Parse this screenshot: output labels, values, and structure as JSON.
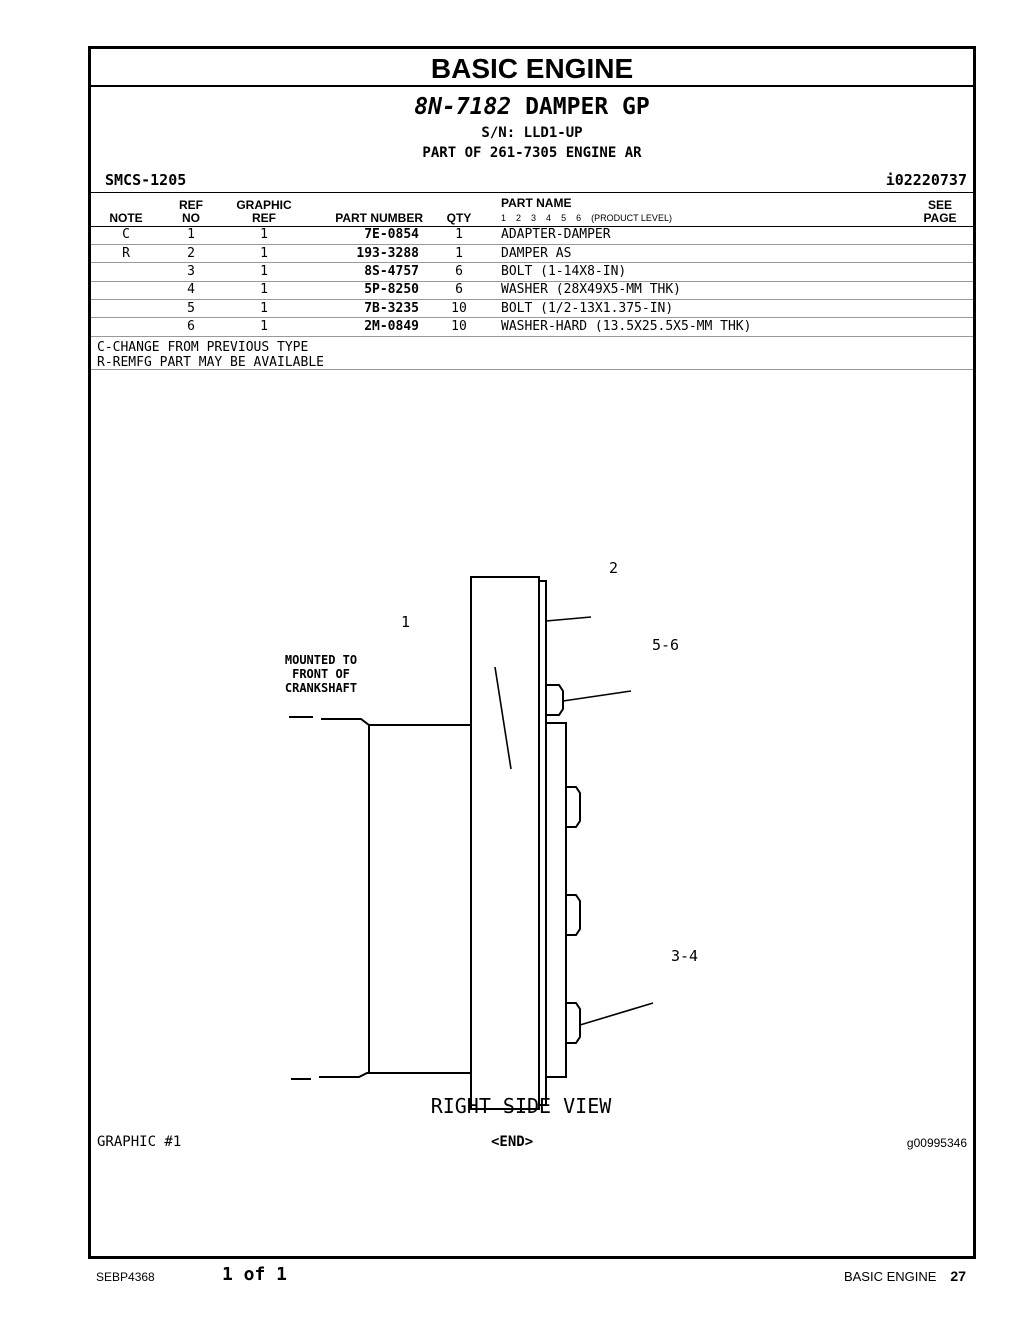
{
  "section_title": "BASIC ENGINE",
  "group": {
    "part_number": "8N-7182",
    "name": "DAMPER GP",
    "serial": "S/N: LLD1-UP",
    "part_of": "PART OF 261-7305 ENGINE AR"
  },
  "smcs": "SMCS-1205",
  "doc_id": "i02220737",
  "columns": {
    "note": "NOTE",
    "ref_no_1": "REF",
    "ref_no_2": "NO",
    "graphic_ref_1": "GRAPHIC",
    "graphic_ref_2": "REF",
    "part_number": "PART NUMBER",
    "qty": "QTY",
    "part_name": "PART NAME",
    "product_levels": [
      "1",
      "2",
      "3",
      "4",
      "5",
      "6"
    ],
    "product_level_label": "(PRODUCT LEVEL)",
    "see_page_1": "SEE",
    "see_page_2": "PAGE"
  },
  "rows": [
    {
      "note": "C",
      "ref_no": "1",
      "graphic_ref": "1",
      "part_number": "7E-0854",
      "qty": "1",
      "part_name": "ADAPTER-DAMPER"
    },
    {
      "note": "R",
      "ref_no": "2",
      "graphic_ref": "1",
      "part_number": "193-3288",
      "qty": "1",
      "part_name": "DAMPER AS"
    },
    {
      "note": "",
      "ref_no": "3",
      "graphic_ref": "1",
      "part_number": "8S-4757",
      "qty": "6",
      "part_name": "BOLT (1-14X8-IN)"
    },
    {
      "note": "",
      "ref_no": "4",
      "graphic_ref": "1",
      "part_number": "5P-8250",
      "qty": "6",
      "part_name": "WASHER (28X49X5-MM THK)"
    },
    {
      "note": "",
      "ref_no": "5",
      "graphic_ref": "1",
      "part_number": "7B-3235",
      "qty": "10",
      "part_name": "BOLT (1/2-13X1.375-IN)"
    },
    {
      "note": "",
      "ref_no": "6",
      "graphic_ref": "1",
      "part_number": "2M-0849",
      "qty": "10",
      "part_name": "WASHER-HARD (13.5X25.5X5-MM THK)"
    }
  ],
  "notes": [
    "C-CHANGE FROM PREVIOUS TYPE",
    "R-REMFG PART MAY BE AVAILABLE"
  ],
  "diagram": {
    "callout_1": "1",
    "callout_2": "2",
    "callout_5_6": "5-6",
    "callout_3_4": "3-4",
    "mount_note_1": "MOUNTED TO",
    "mount_note_2": "FRONT OF",
    "mount_note_3": "CRANKSHAFT",
    "view_label": "RIGHT SIDE VIEW"
  },
  "graphic_label": "GRAPHIC #1",
  "end_label": "<END>",
  "graphic_id": "g00995346",
  "footer": {
    "doc": "SEBP4368",
    "page_of": "1 of 1",
    "section": "BASIC ENGINE",
    "page_number": "27"
  }
}
